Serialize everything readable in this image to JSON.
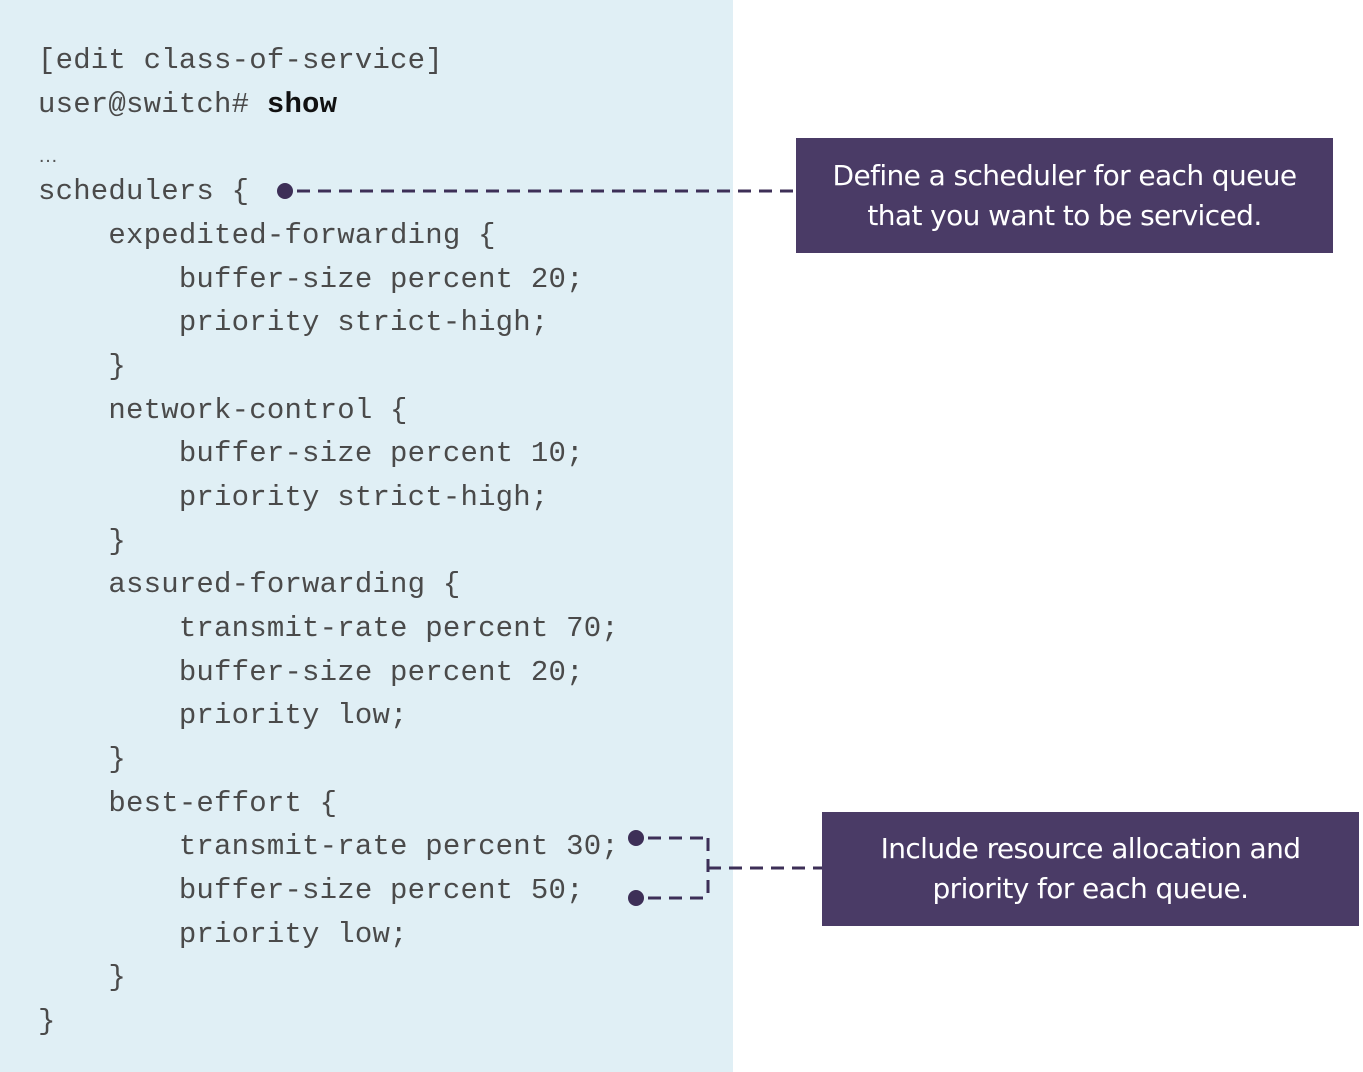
{
  "code": {
    "lines": [
      "[edit class-of-service]",
      "user@switch# ",
      "…",
      "schedulers {",
      "    expedited-forwarding {",
      "        buffer-size percent 20;",
      "        priority strict-high;",
      "    }",
      "    network-control {",
      "        buffer-size percent 10;",
      "        priority strict-high;",
      "    }",
      "    assured-forwarding {",
      "        transmit-rate percent 70;",
      "        buffer-size percent 20;",
      "        priority low;",
      "    }",
      "    best-effort {",
      "        transmit-rate percent 30;",
      "        buffer-size percent 50;",
      "        priority low;",
      "    }",
      "}"
    ],
    "command": "show"
  },
  "callouts": {
    "scheduler": {
      "line1": "Define a scheduler for each queue",
      "line2": "that you want to be serviced."
    },
    "resources": {
      "line1": "Include resource allocation and",
      "line2": "priority for each queue."
    }
  },
  "colors": {
    "panel_background": "#e0eff5",
    "callout_background": "#4a3b66",
    "connector": "#3d2f57"
  }
}
